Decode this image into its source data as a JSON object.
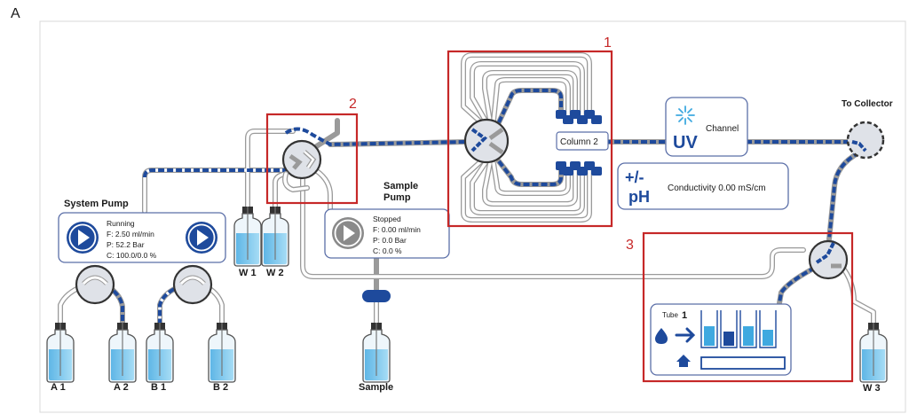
{
  "figure": {
    "panel_letter": "A",
    "callouts": [
      "1",
      "2",
      "3"
    ],
    "accent_color": "#1e4a9c",
    "highlight_color": "#c62828"
  },
  "system_pump": {
    "title": "System Pump",
    "status": "Running",
    "flow": "F: 2.50 ml/min",
    "pressure": "P: 52.2  Bar",
    "composition": "C: 100.0/0.0 %",
    "icon": "play-icon"
  },
  "sample_pump": {
    "title_line1": "Sample",
    "title_line2": "Pump",
    "status": "Stopped",
    "flow": "F: 0.00 ml/min",
    "pressure": "P: 0.0  Bar",
    "composition": "C: 0.0 %",
    "icon": "play-icon"
  },
  "column": {
    "label": "Column 2"
  },
  "uv": {
    "icon_text": "UV",
    "label": "Channel"
  },
  "conductivity": {
    "icon_text_top": "+/-",
    "icon_text_bottom": "pH",
    "label": "Conductivity 0.00 mS/cm"
  },
  "collector": {
    "title": "To Collector"
  },
  "fraction": {
    "tube_label": "Tube",
    "tube_number": "1"
  },
  "bottles": {
    "a1": "A 1",
    "a2": "A 2",
    "b1": "B 1",
    "b2": "B 2",
    "w1": "W 1",
    "w2": "W 2",
    "w3": "W 3",
    "sample": "Sample"
  }
}
